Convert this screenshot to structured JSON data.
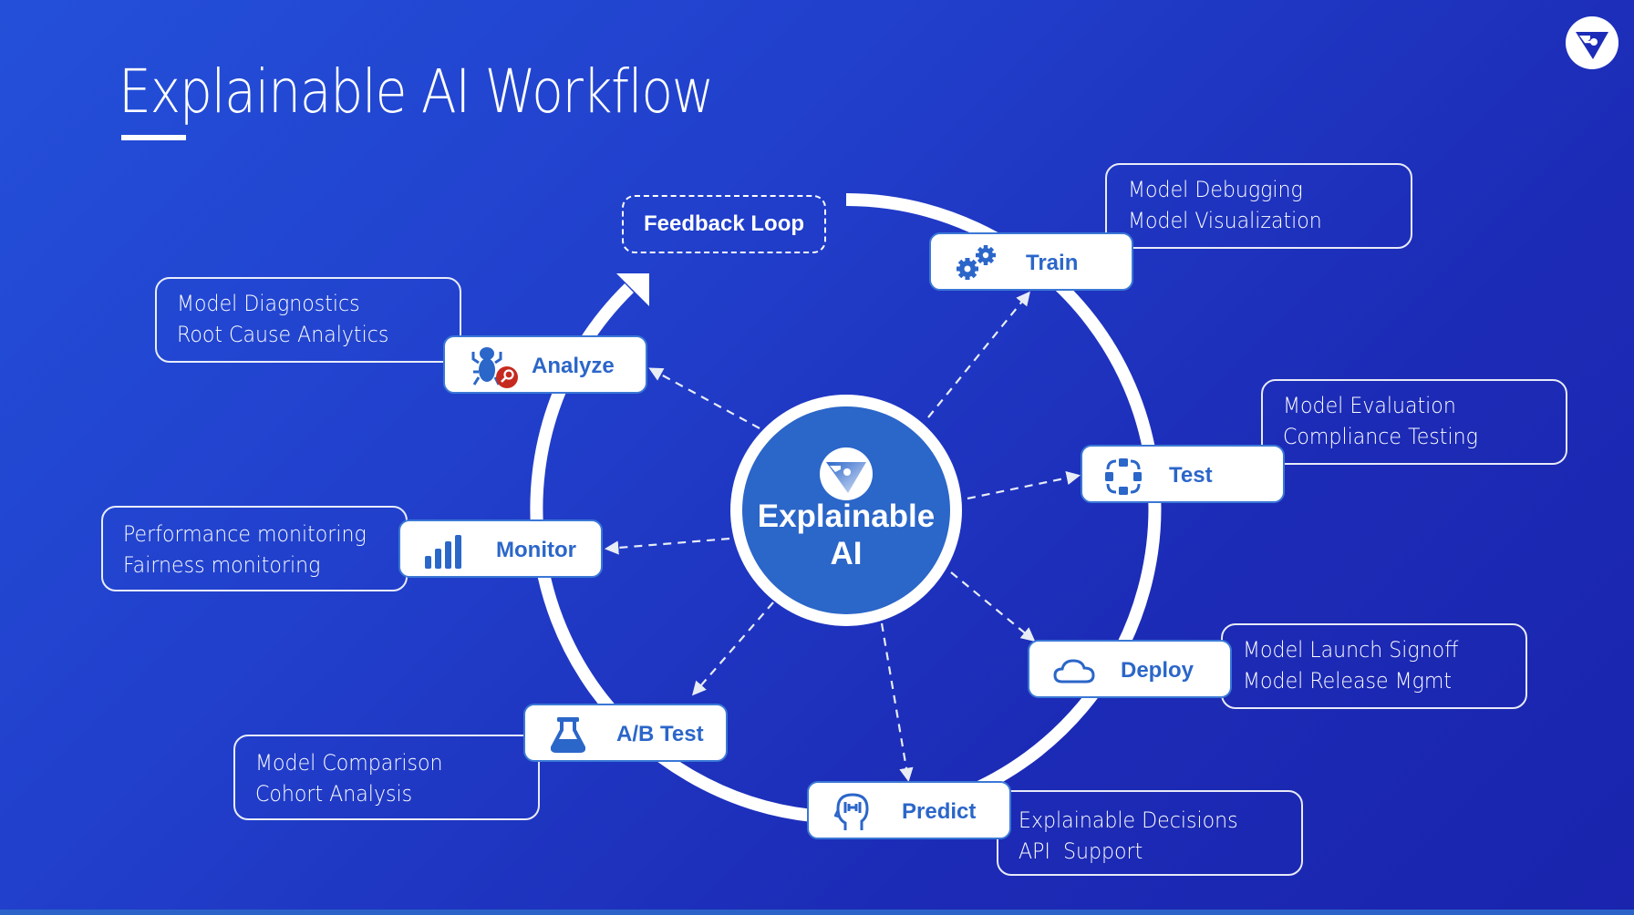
{
  "slide": {
    "title": "Explainable AI Workflow",
    "logo_icon": "fiddler-triangle-logo-icon"
  },
  "colors": {
    "background_start": "#2450d9",
    "background_end": "#1a24ad",
    "node_text": "#2b66c9",
    "hub_fill": "#2b66c9",
    "analyze_badge": "#c62a1f",
    "white": "#ffffff"
  },
  "hub": {
    "line1": "Explainable",
    "line2": "AI",
    "icon": "fiddler-triangle-logo-icon"
  },
  "feedback_loop": {
    "label": "Feedback Loop"
  },
  "stages": [
    {
      "id": "train",
      "label": "Train",
      "icon": "gears-icon",
      "details": [
        "Model Debugging",
        "Model Visualization"
      ]
    },
    {
      "id": "test",
      "label": "Test",
      "icon": "focus-frame-icon",
      "details": [
        "Model Evaluation",
        "Compliance Testing"
      ]
    },
    {
      "id": "deploy",
      "label": "Deploy",
      "icon": "cloud-icon",
      "details": [
        "Model Launch Signoff",
        "Model Release Mgmt"
      ]
    },
    {
      "id": "predict",
      "label": "Predict",
      "icon": "brain-head-icon",
      "details": [
        "Explainable Decisions",
        "API  Support"
      ]
    },
    {
      "id": "abtest",
      "label": "A/B Test",
      "icon": "flask-icon",
      "details": [
        "Model Comparison",
        "Cohort Analysis"
      ]
    },
    {
      "id": "monitor",
      "label": "Monitor",
      "icon": "bar-chart-icon",
      "details": [
        "Performance monitoring",
        "Fairness monitoring"
      ]
    },
    {
      "id": "analyze",
      "label": "Analyze",
      "icon": "bug-search-icon",
      "details": [
        "Model Diagnostics",
        "Root Cause Analytics"
      ]
    }
  ]
}
